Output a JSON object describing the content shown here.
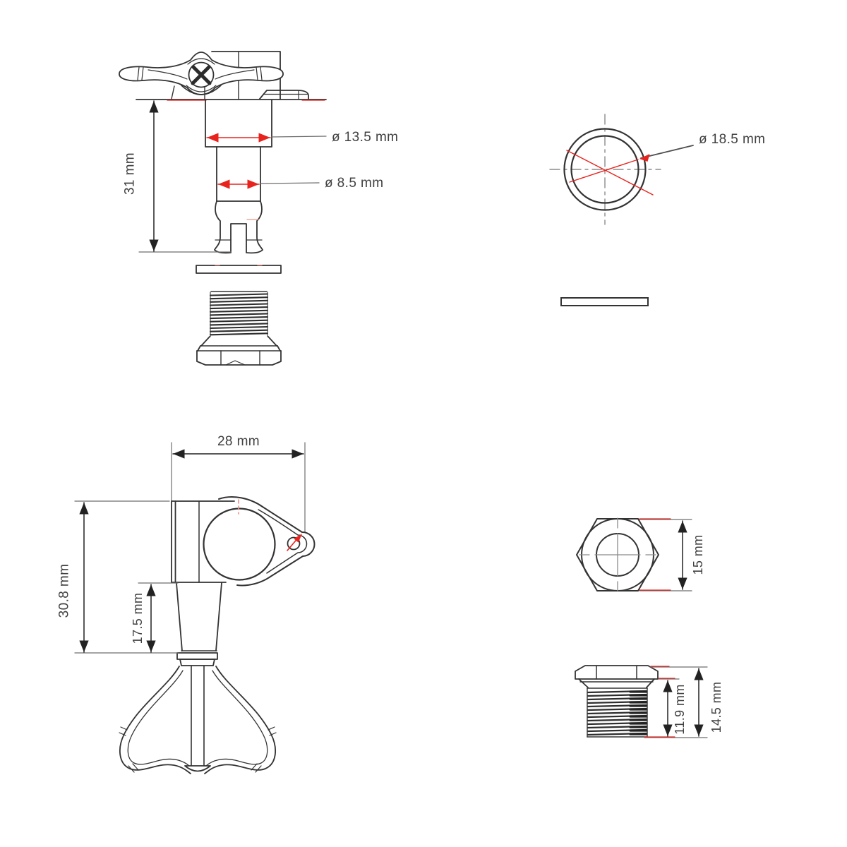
{
  "drawing": {
    "side_view": {
      "height": "31 mm",
      "head_diameter": "ø 13.5 mm",
      "post_diameter": "ø 8.5 mm"
    },
    "washer_view": {
      "outer_diameter": "ø 18.5 mm"
    },
    "front_view": {
      "width": "28 mm",
      "total_height": "30.8 mm",
      "lower_height": "17.5 mm"
    },
    "bushing_view": {
      "nut_width": "15 mm",
      "thread_length": "11.9 mm",
      "total_height": "14.5 mm"
    },
    "colors": {
      "outline": "#333333",
      "dimension_line": "#222222",
      "extension_line": "#6e6e6e",
      "accent_red": "#e8231d",
      "soft_red": "#f2928b",
      "text": "#414141"
    }
  }
}
